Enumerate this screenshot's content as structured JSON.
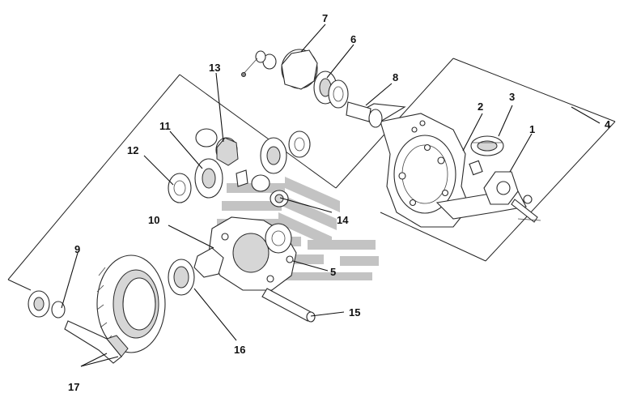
{
  "diagram": {
    "callouts": [
      {
        "id": "1",
        "label": "1"
      },
      {
        "id": "2",
        "label": "2"
      },
      {
        "id": "3",
        "label": "3"
      },
      {
        "id": "4",
        "label": "4"
      },
      {
        "id": "5",
        "label": "5"
      },
      {
        "id": "6",
        "label": "6"
      },
      {
        "id": "7",
        "label": "7"
      },
      {
        "id": "8",
        "label": "8"
      },
      {
        "id": "9",
        "label": "9"
      },
      {
        "id": "10",
        "label": "10"
      },
      {
        "id": "11",
        "label": "11"
      },
      {
        "id": "12",
        "label": "12"
      },
      {
        "id": "13",
        "label": "13"
      },
      {
        "id": "14",
        "label": "14"
      },
      {
        "id": "15",
        "label": "15"
      },
      {
        "id": "16",
        "label": "16"
      },
      {
        "id": "17",
        "label": "17"
      }
    ],
    "colors": {
      "line": "#111111",
      "part_fill": "#ffffff",
      "shade": "#d6d6d6",
      "watermark": "#b9b9b9"
    }
  }
}
